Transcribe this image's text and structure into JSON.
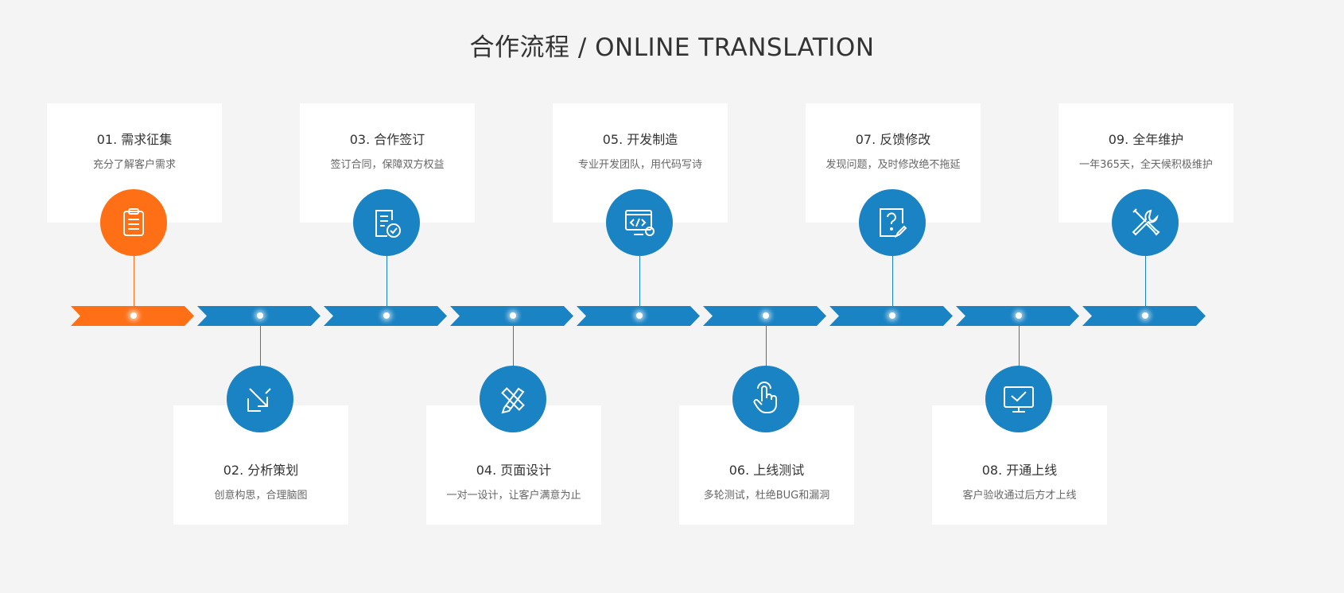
{
  "header": {
    "title": "合作流程 / ONLINE TRANSLATION"
  },
  "colors": {
    "blue": "#1a83c3",
    "orange": "#ff6f16",
    "background": "#f4f4f4",
    "card": "#ffffff"
  },
  "steps": [
    {
      "title": "01. 需求征集",
      "desc": "充分了解客户需求",
      "icon": "clipboard-icon"
    },
    {
      "title": "02. 分析策划",
      "desc": "创意构思，合理脑图",
      "icon": "arrow-diagonal-icon"
    },
    {
      "title": "03. 合作签订",
      "desc": "签订合同，保障双方权益",
      "icon": "contract-check-icon"
    },
    {
      "title": "04. 页面设计",
      "desc": "一对一设计，让客户满意为止",
      "icon": "pencil-ruler-icon"
    },
    {
      "title": "05. 开发制造",
      "desc": "专业开发团队，用代码写诗",
      "icon": "code-monitor-icon"
    },
    {
      "title": "06. 上线测试",
      "desc": "多轮测试，杜绝BUG和漏洞",
      "icon": "hand-pointer-icon"
    },
    {
      "title": "07. 反馈修改",
      "desc": "发现问题，及时修改绝不拖延",
      "icon": "question-doc-icon"
    },
    {
      "title": "08. 开通上线",
      "desc": "客户验收通过后方才上线",
      "icon": "monitor-check-icon"
    },
    {
      "title": "09. 全年维护",
      "desc": "一年365天，全天候积极维护",
      "icon": "tools-icon"
    }
  ]
}
